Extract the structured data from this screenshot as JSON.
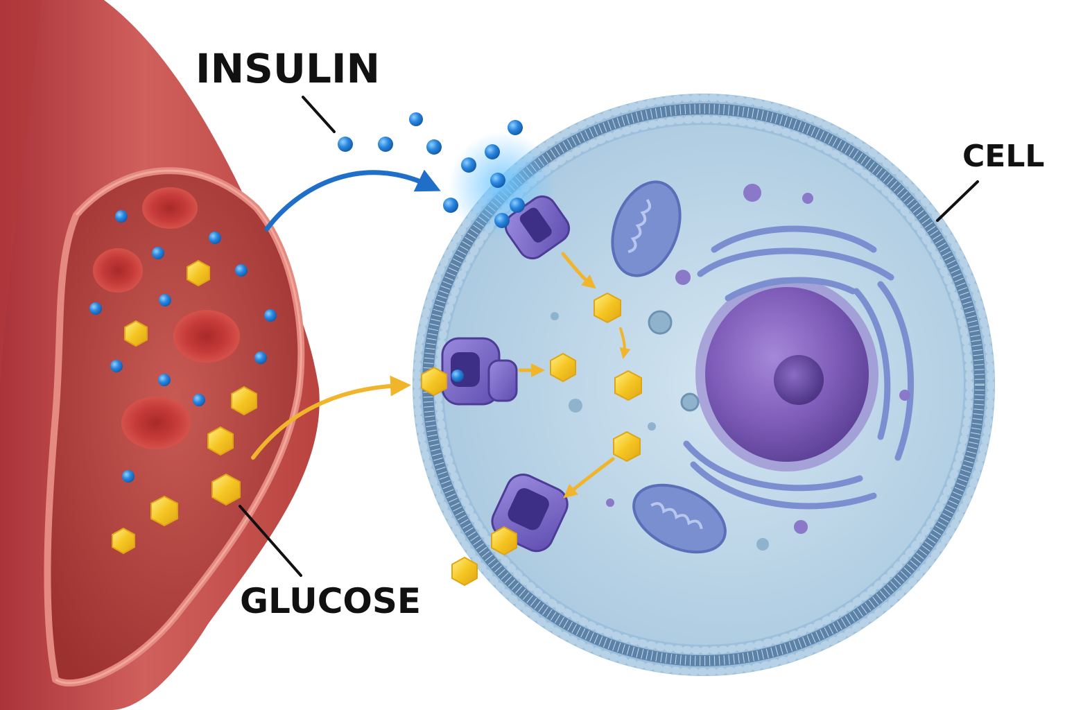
{
  "labels": {
    "insulin": "INSULIN",
    "cell": "CELL",
    "glucose": "GLUCOSE"
  },
  "colors": {
    "vessel": "#c9504f",
    "vessel_dark": "#8f2b2c",
    "vessel_interior": "#b8423f",
    "red_blood_cell": "#c83a3a",
    "insulin": "#2a7fd6",
    "glucose": "#f5c623",
    "cell_membrane": "#8fb6d9",
    "cytoplasm": "#c5dceb",
    "receptor": "#7b68c8",
    "nucleus": "#7d5bb8",
    "organelle": "#6d85c9",
    "insulin_arrow": "#1f6fc9",
    "glucose_arrow": "#f0b52a"
  }
}
